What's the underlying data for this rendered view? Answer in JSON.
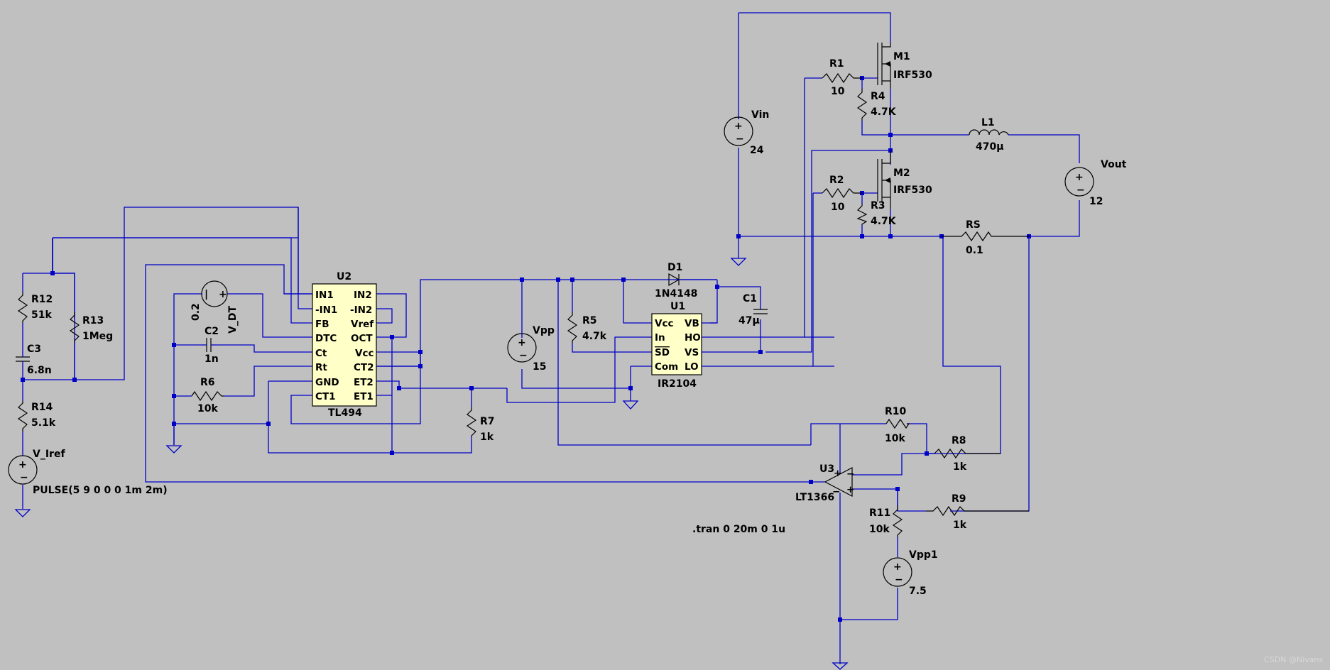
{
  "components": {
    "M1": {
      "ref": "M1",
      "value": "IRF530"
    },
    "M2": {
      "ref": "M2",
      "value": "IRF530"
    },
    "R1": {
      "ref": "R1",
      "value": "10"
    },
    "R2": {
      "ref": "R2",
      "value": "10"
    },
    "R3": {
      "ref": "R3",
      "value": "4.7K"
    },
    "R4": {
      "ref": "R4",
      "value": "4.7K"
    },
    "L1": {
      "ref": "L1",
      "value": "470µ"
    },
    "Vout": {
      "ref": "Vout",
      "value": "12"
    },
    "Vin": {
      "ref": "Vin",
      "value": "24"
    },
    "RS": {
      "ref": "RS",
      "value": "0.1"
    },
    "D1": {
      "ref": "D1",
      "value": "1N4148"
    },
    "C1": {
      "ref": "C1",
      "value": "47µ"
    },
    "U1": {
      "ref": "U1",
      "value": "IR2104",
      "pins_left": [
        "Vcc",
        "In",
        "SD",
        "Com"
      ],
      "pins_right": [
        "VB",
        "HO",
        "VS",
        "LO"
      ]
    },
    "U2": {
      "ref": "U2",
      "value": "TL494",
      "pins_left": [
        "IN1",
        "-IN1",
        "FB",
        "DTC",
        "Ct",
        "Rt",
        "GND",
        "CT1"
      ],
      "pins_right": [
        "IN2",
        "-IN2",
        "Vref",
        "OCT",
        "Vcc",
        "CT2",
        "ET2",
        "ET1"
      ]
    },
    "U3": {
      "ref": "U3",
      "value": "LT1366"
    },
    "Vpp": {
      "ref": "Vpp",
      "value": "15"
    },
    "Vpp1": {
      "ref": "Vpp1",
      "value": "7.5"
    },
    "R5": {
      "ref": "R5",
      "value": "4.7k"
    },
    "R6": {
      "ref": "R6",
      "value": "10k"
    },
    "R7": {
      "ref": "R7",
      "value": "1k"
    },
    "R8": {
      "ref": "R8",
      "value": "1k"
    },
    "R9": {
      "ref": "R9",
      "value": "1k"
    },
    "R10": {
      "ref": "R10",
      "value": "10k"
    },
    "R11": {
      "ref": "R11",
      "value": "10k"
    },
    "R12": {
      "ref": "R12",
      "value": "51k"
    },
    "R13": {
      "ref": "R13",
      "value": "1Meg"
    },
    "R14": {
      "ref": "R14",
      "value": "5.1k"
    },
    "C2": {
      "ref": "C2",
      "value": "1n"
    },
    "C3": {
      "ref": "C3",
      "value": "6.8n"
    },
    "V_DT": {
      "ref": "V_DT",
      "value": "0.2"
    },
    "V_Iref": {
      "ref": "V_Iref",
      "value": "PULSE(5 9 0 0 0 1m 2m)"
    }
  },
  "directive": ".tran 0 20m 0 1u",
  "watermark": "CSDN @Nivans",
  "colors": {
    "background": "#c0c0c0",
    "wire": "#0000c8",
    "ic_fill": "#ffffc8"
  }
}
